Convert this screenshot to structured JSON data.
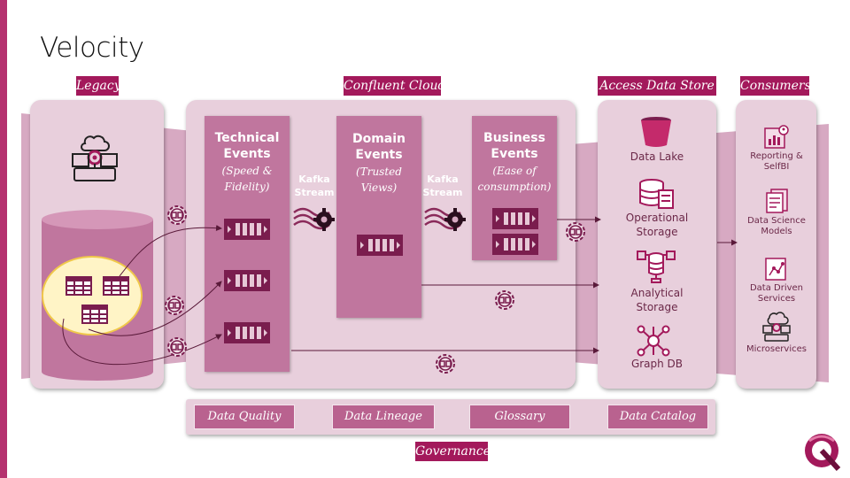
{
  "title": "Velocity",
  "section_labels": {
    "legacy": "Legacy",
    "confluent": "Confluent Cloud",
    "access": "Access Data Store",
    "consumers": "Consumers",
    "governance": "Governance"
  },
  "columns": {
    "technical": {
      "title_l1": "Technical",
      "title_l2": "Events",
      "sub_l1": "(Speed &",
      "sub_l2": "Fidelity)"
    },
    "domain": {
      "title_l1": "Domain",
      "title_l2": "Events",
      "sub_l1": "(Trusted",
      "sub_l2": "Views)"
    },
    "business": {
      "title_l1": "Business",
      "title_l2": "Events",
      "sub_l1": "(Ease of",
      "sub_l2": "consumption)"
    }
  },
  "streams": [
    {
      "l1": "Kafka",
      "l2": "Stream"
    },
    {
      "l1": "Kafka",
      "l2": "Stream"
    }
  ],
  "stores": [
    {
      "l1": "Data Lake",
      "l2": ""
    },
    {
      "l1": "Operational",
      "l2": "Storage"
    },
    {
      "l1": "Analytical",
      "l2": "Storage"
    },
    {
      "l1": "Graph DB",
      "l2": ""
    }
  ],
  "consumers": [
    {
      "l1": "Reporting &",
      "l2": "SelfBI"
    },
    {
      "l1": "Data Science",
      "l2": "Models"
    },
    {
      "l1": "Data Driven",
      "l2": "Services"
    },
    {
      "l1": "Microservices",
      "l2": ""
    }
  ],
  "governance_items": [
    "Data Quality",
    "Data Lineage",
    "Glossary",
    "Data Catalog"
  ],
  "colors": {
    "accent": "#a3195b",
    "band": "#d7a9c2",
    "panel": "#e8cfdc",
    "column": "#c0769e",
    "queue": "#7a1d4e"
  }
}
